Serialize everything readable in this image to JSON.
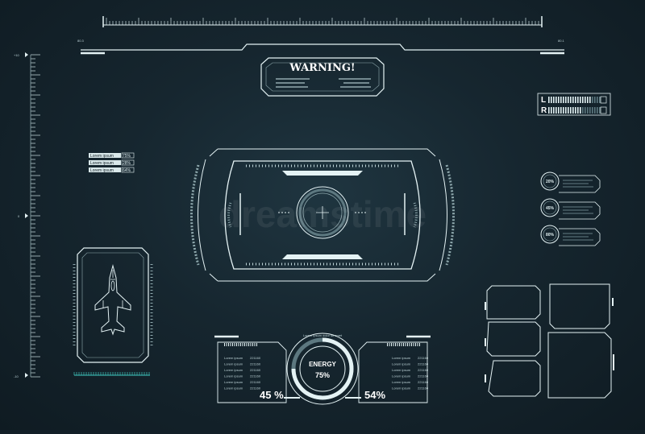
{
  "warning": {
    "title": "WARNING!"
  },
  "level_scale": {
    "top": "+10",
    "mid": "0",
    "bottom": "-10"
  },
  "balance": {
    "left_label": "L",
    "right_label": "R"
  },
  "status_list": [
    {
      "label": "Lorem ipsum",
      "value": "75%",
      "level": 0.75
    },
    {
      "label": "Lorem ipsum",
      "value": "28%",
      "level": 0.28
    },
    {
      "label": "Lorem ipsum",
      "value": "64%",
      "level": 0.64
    }
  ],
  "circle_stats": [
    {
      "value": "20%"
    },
    {
      "value": "45%"
    },
    {
      "value": "80%"
    }
  ],
  "energy": {
    "label": "ENERGY",
    "value": "75%",
    "left_value": "45 %",
    "right_value": "54%",
    "header": "Lorem ipsum dolor sit amet",
    "rows": [
      {
        "label": "Lorem ipsum",
        "value": "221160"
      },
      {
        "label": "Lorem ipsum",
        "value": "221160"
      },
      {
        "label": "Lorem ipsum",
        "value": "221160"
      },
      {
        "label": "Lorem ipsum",
        "value": "221160"
      },
      {
        "label": "Lorem ipsum",
        "value": "221160"
      },
      {
        "label": "Lorem ipsum",
        "value": "221160"
      }
    ]
  },
  "watermark": "dreamstime",
  "colors": {
    "background": "#132028",
    "line": "#e4f2f4",
    "accent": "#3fc9c0"
  },
  "icons": {
    "aircraft": "fighter-jet-icon",
    "crosshair": "crosshair-icon"
  }
}
